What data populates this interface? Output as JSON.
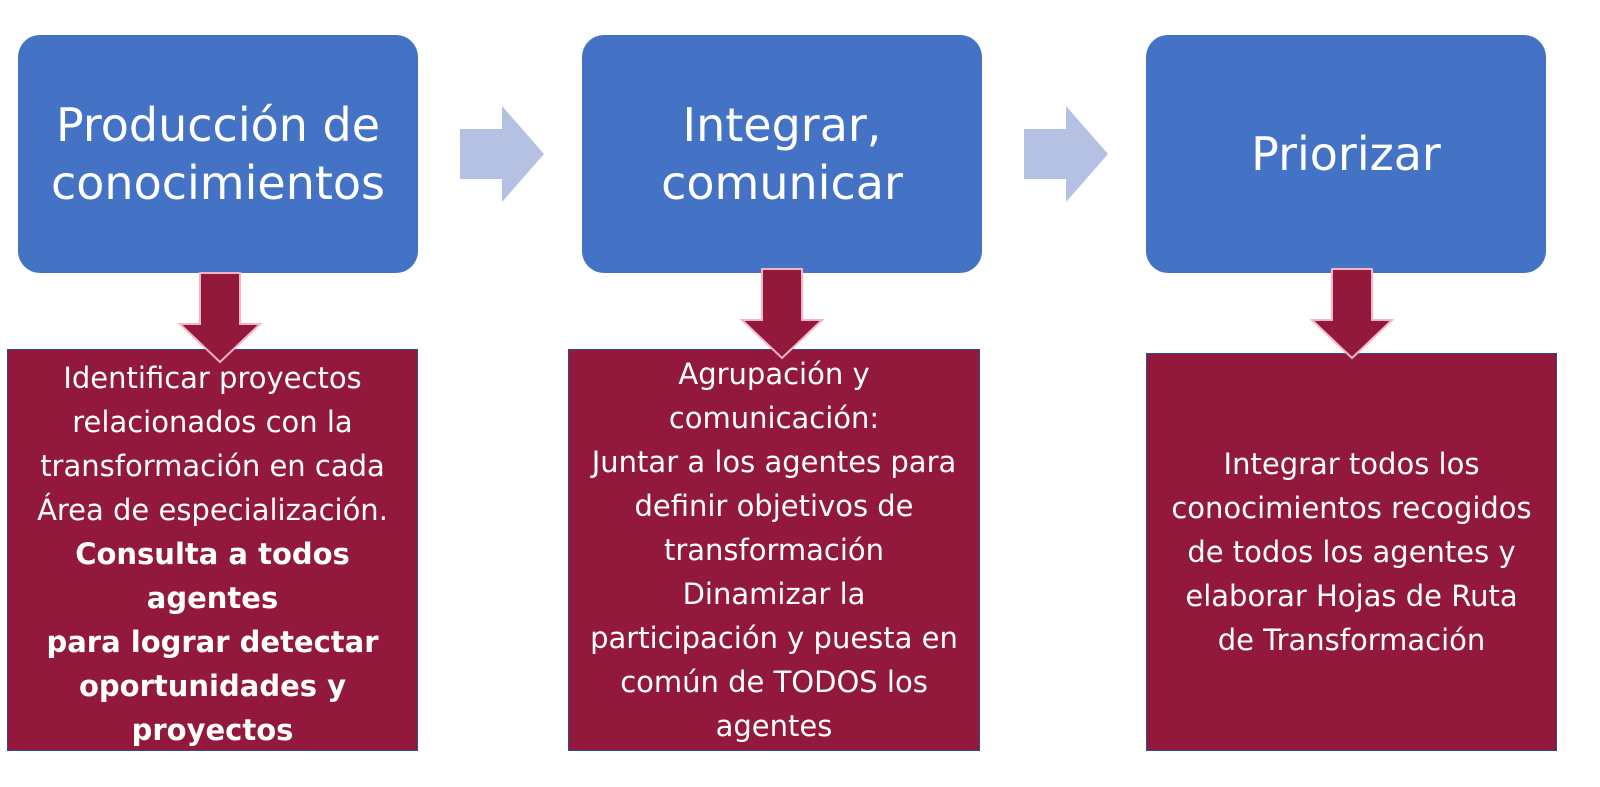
{
  "colors": {
    "stage_fill": "#4472c4",
    "detail_fill": "#92183c",
    "right_arrow_fill": "#b4c1e3",
    "down_arrow_fill": "#92183c",
    "down_arrow_outline": "#f4b4c4"
  },
  "stages": [
    {
      "title": "Producción de\nconocimientos",
      "detail_lines": [
        "Identificar proyectos\nrelacionados con la\ntransformación en cada\nÁrea de especialización."
      ],
      "detail_bold": "Consulta a todos agentes\npara lograr detectar\noportunidades y\nproyectos"
    },
    {
      "title": "Integrar,\ncomunicar",
      "detail_lines": [
        "Agrupación y\ncomunicación:\nJuntar a los agentes para\ndefinir objetivos de\ntransformación\nDinamizar la\nparticipación y puesta en\ncomún de TODOS los\nagentes"
      ],
      "detail_bold": ""
    },
    {
      "title": "Priorizar",
      "detail_lines": [
        "Integrar todos los\nconocimientos recogidos\nde todos los agentes y\nelaborar Hojas de Ruta\nde Transformación"
      ],
      "detail_bold": ""
    }
  ]
}
